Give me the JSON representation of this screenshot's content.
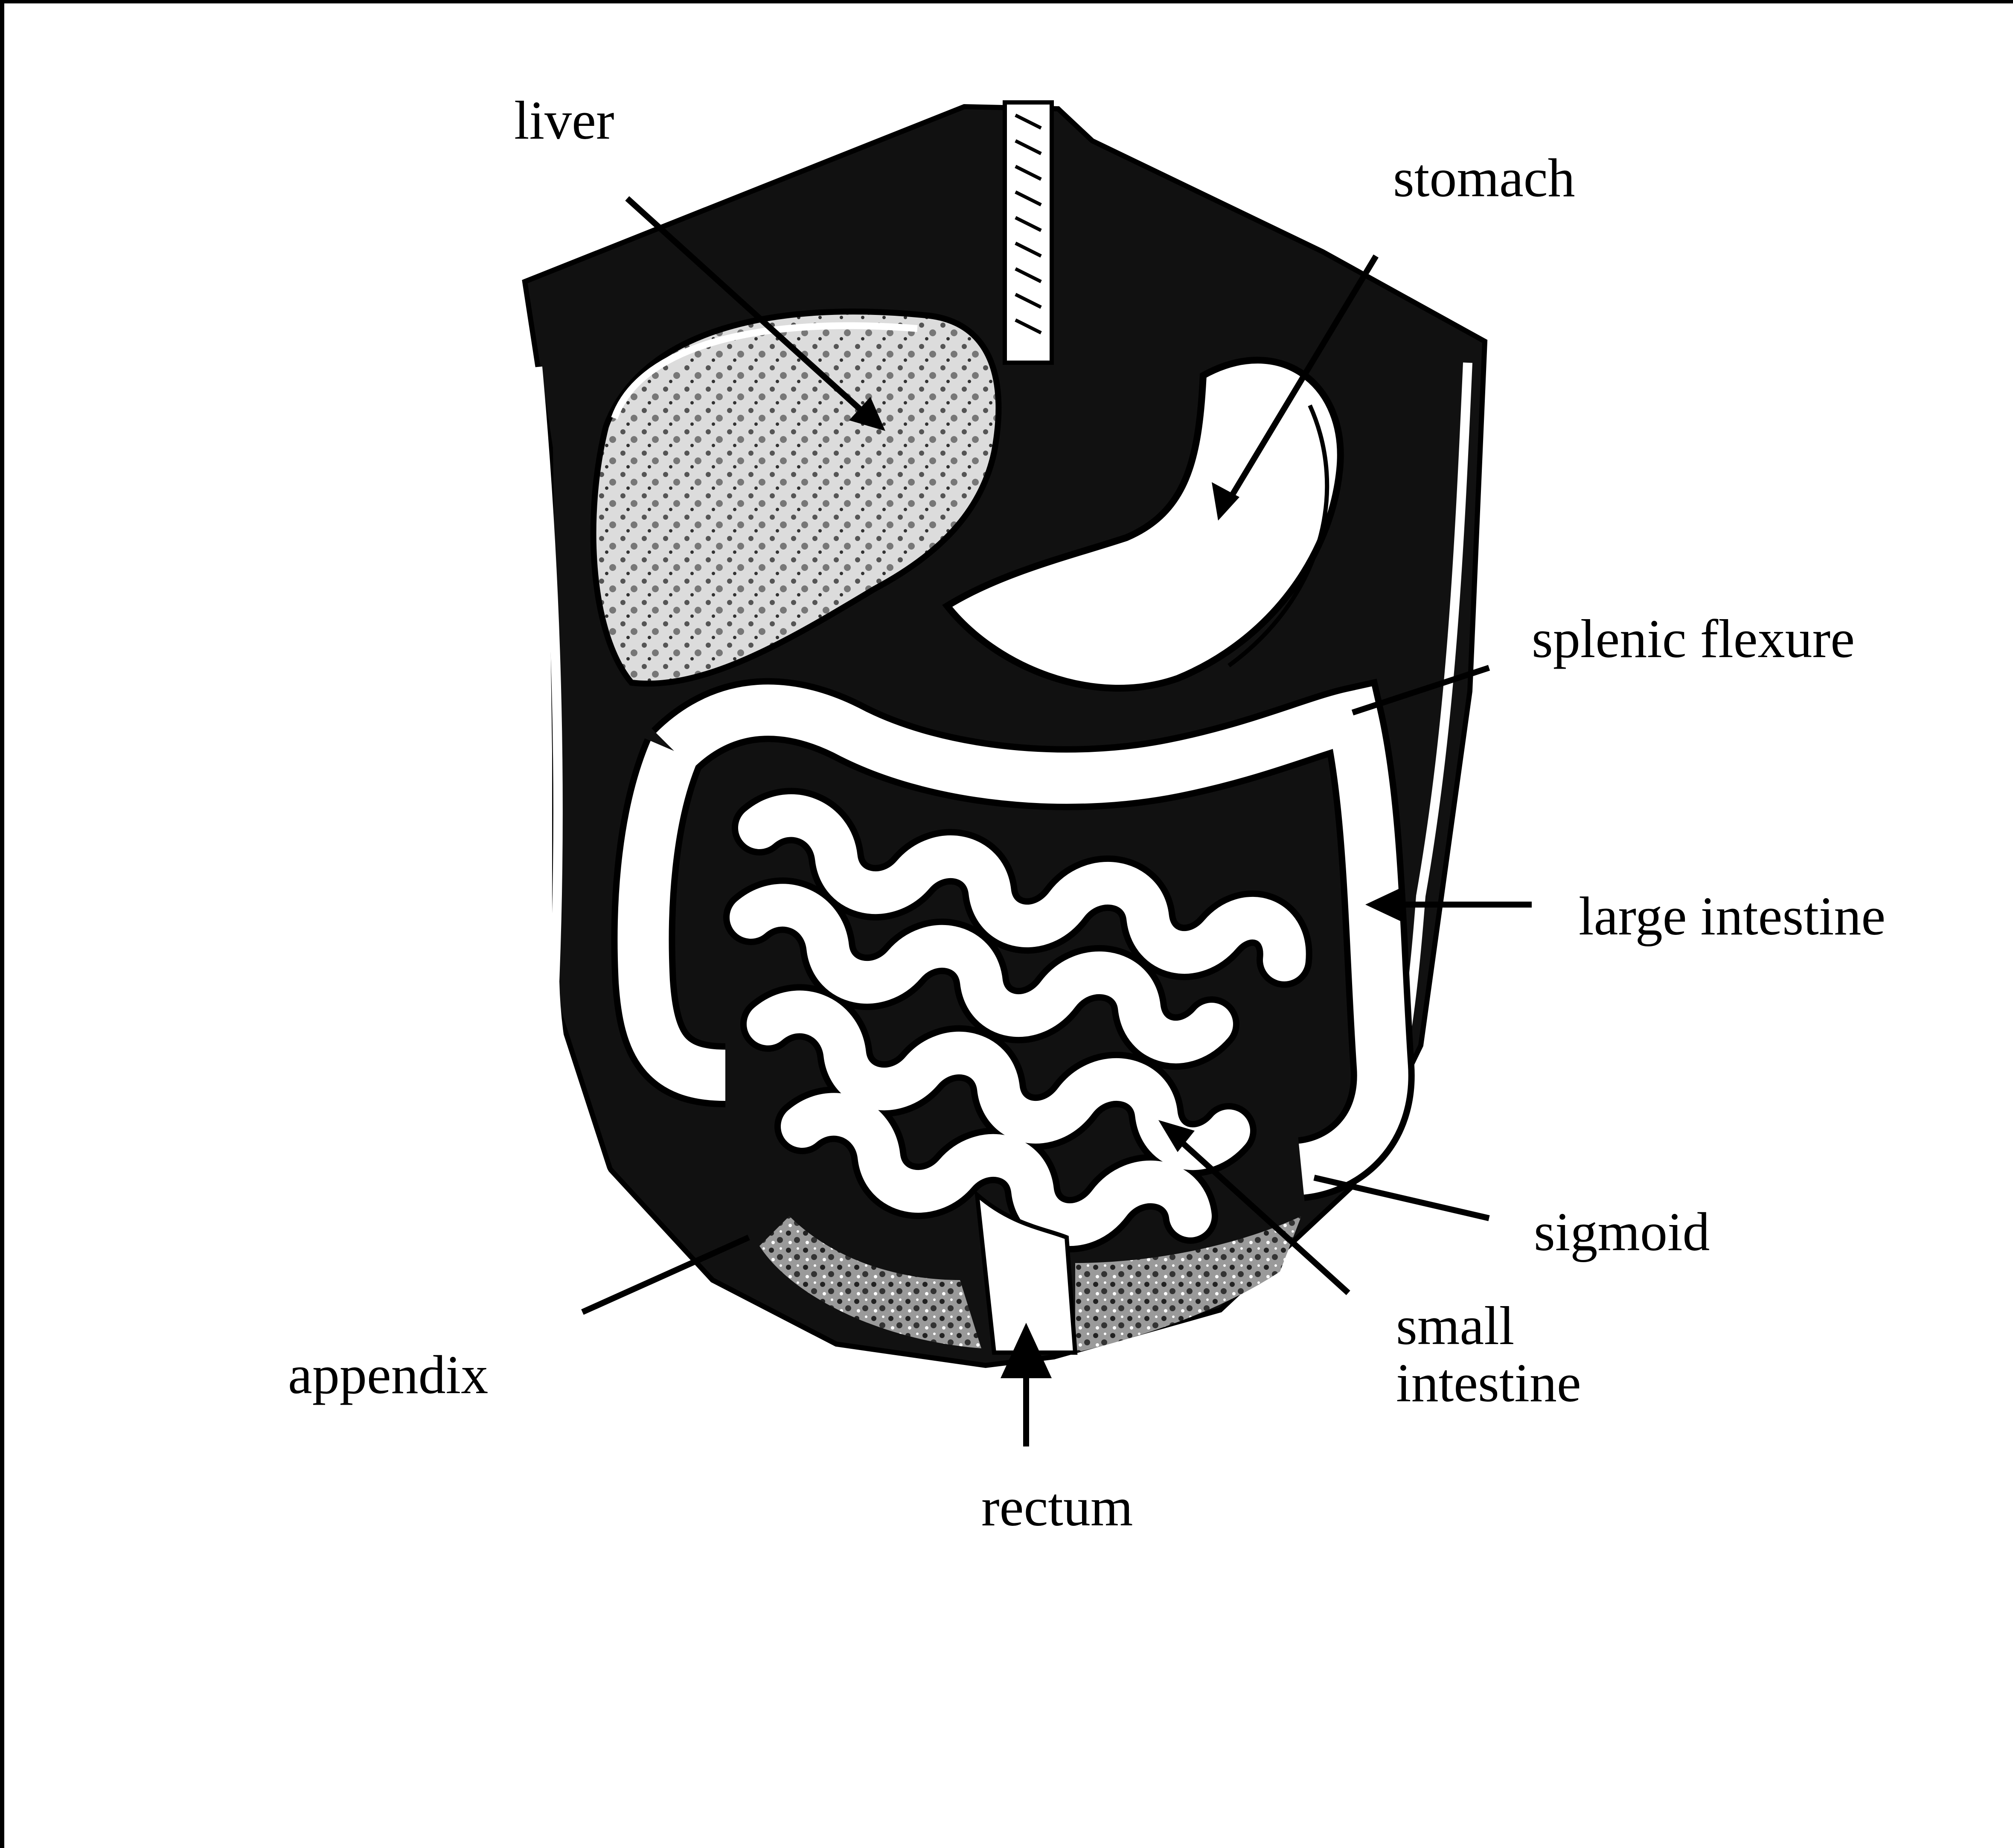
{
  "diagram": {
    "labels": {
      "liver": "liver",
      "stomach": "stomach",
      "splenic_flexure": "splenic flexure",
      "large_intestine": "large intestine",
      "sigmoid": "sigmoid",
      "small_intestine_line1": "small",
      "small_intestine_line2": "intestine",
      "appendix": "appendix",
      "rectum": "rectum"
    },
    "colors": {
      "ink": "#000000",
      "paper": "#ffffff",
      "shade": "#5a5a5a",
      "light_shade": "#bdbdbd"
    }
  }
}
